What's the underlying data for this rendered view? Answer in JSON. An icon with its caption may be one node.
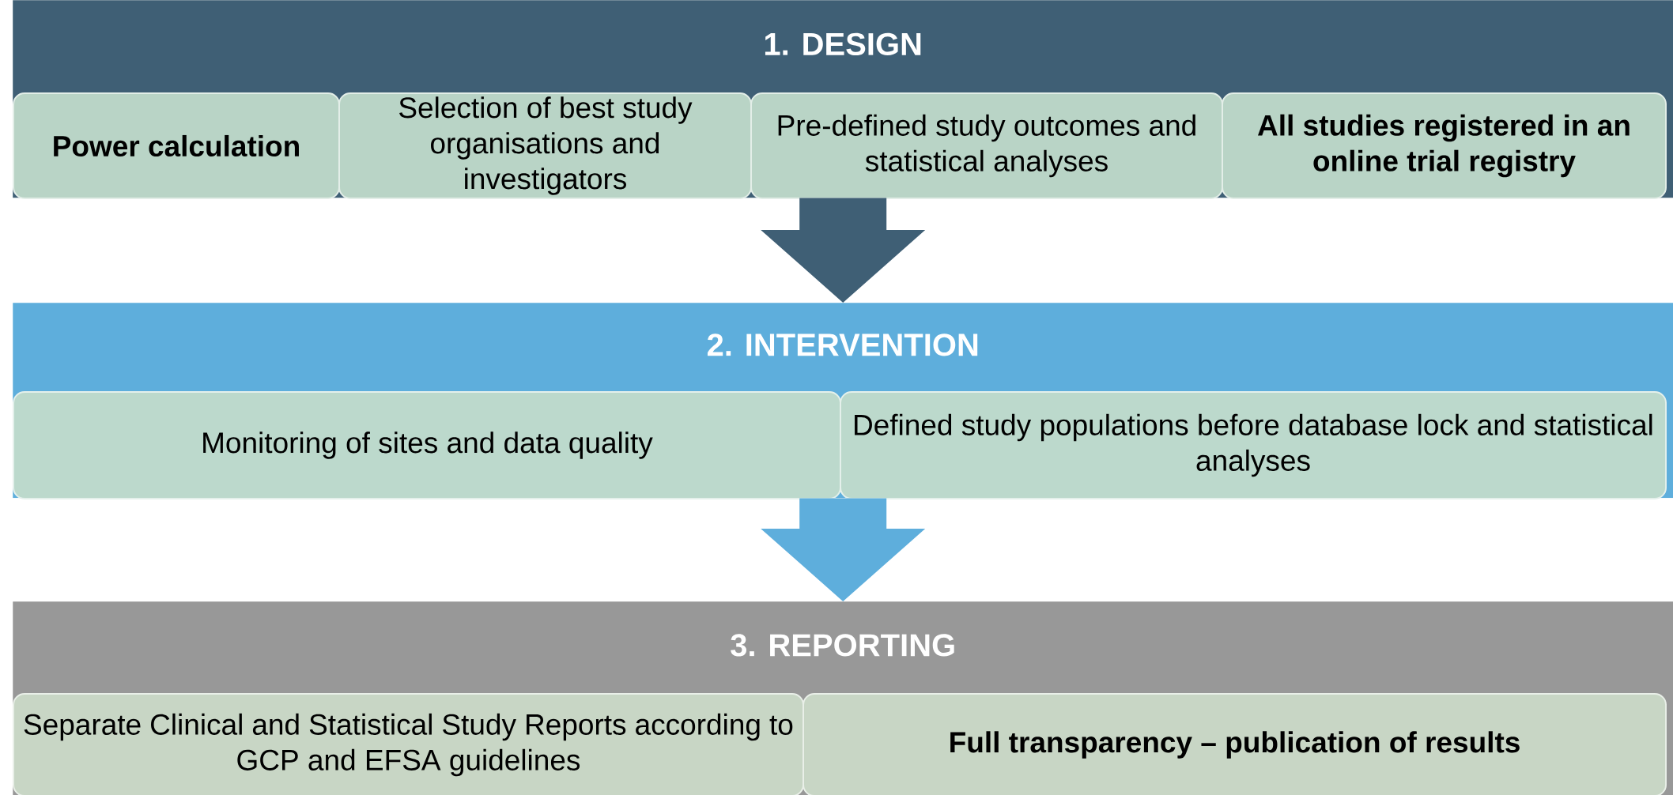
{
  "diagram": {
    "nodes": [
      {
        "text": [
          "1. DESIGN"
        ]
      },
      {
        "text": [
          "Power calculation"
        ],
        "in": 0
      },
      {
        "text": [
          "Selection of best study organisations and investigators"
        ],
        "in": 0
      },
      {
        "text": [
          "Pre-defined study outcomes and statistical analyses"
        ],
        "in": 0
      },
      {
        "text": [
          "All studies registered in an online trial registry"
        ],
        "in": 0
      },
      {
        "text": [
          "2. INTERVENTION"
        ]
      },
      {
        "text": [
          "Monitoring of sites and data quality"
        ],
        "in": 5
      },
      {
        "text": [
          "Defined study populations before database lock and statistical analyses"
        ],
        "in": 5
      },
      {
        "text": [
          "3. REPORTING"
        ]
      },
      {
        "text": [
          "Separate Clinical and Statistical Study Reports according to GCP and EFSA guidelines"
        ],
        "in": 8
      },
      {
        "text": [
          "Full transparency – publication of results"
        ],
        "in": 8
      }
    ],
    "edges": [
      {
        "from": 0,
        "to": 5,
        "arrow": "to",
        "color": "#3f5f75"
      },
      {
        "from": 5,
        "to": 8,
        "arrow": "to",
        "color": "#5eaedc"
      }
    ]
  }
}
